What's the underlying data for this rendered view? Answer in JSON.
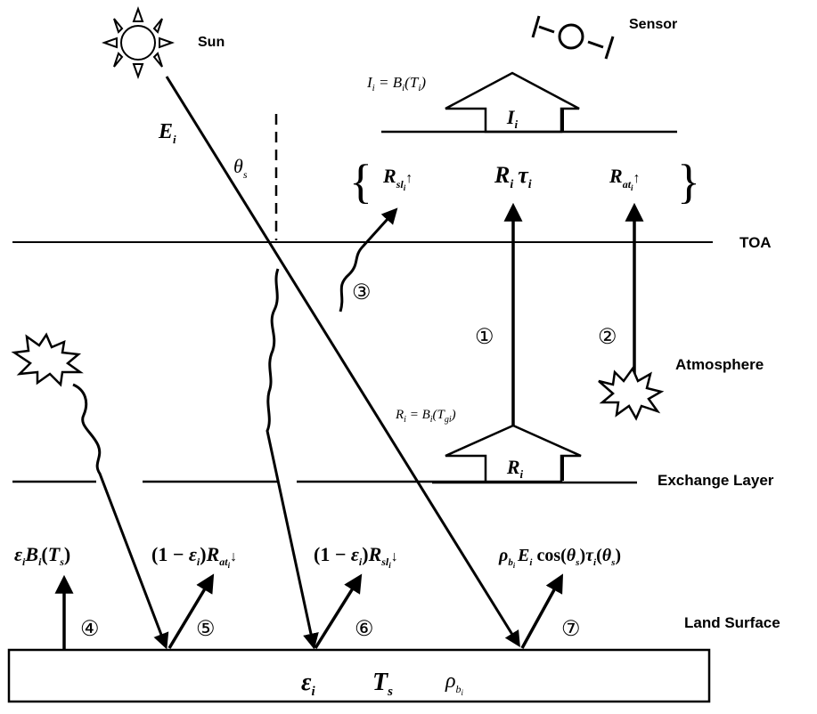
{
  "labels": {
    "sun": "Sun",
    "sensor": "Sensor",
    "toa": "TOA",
    "atmosphere": "Atmosphere",
    "exchange_layer": "Exchange Layer",
    "land_surface": "Land Surface"
  },
  "circled": {
    "one": "①",
    "two": "②",
    "three": "③",
    "four": "④",
    "five": "⑤",
    "six": "⑥",
    "seven": "⑦"
  },
  "symbols": {
    "E": "E",
    "i": "i",
    "theta": "θ",
    "s": "s",
    "I": "I",
    "R": "R",
    "tau": "τ",
    "eps": "ε",
    "T": "T",
    "rho": "ρ",
    "b": "b",
    "B": "B",
    "sl": "sl",
    "at": "at",
    "gi": "gi",
    "up": "↑",
    "down": "↓",
    "eq": " = ",
    "lp": "(",
    "rp": ")",
    "one_minus": "(1 − ",
    "cos": " cos(",
    "brace_l": "{",
    "brace_r": "}"
  }
}
